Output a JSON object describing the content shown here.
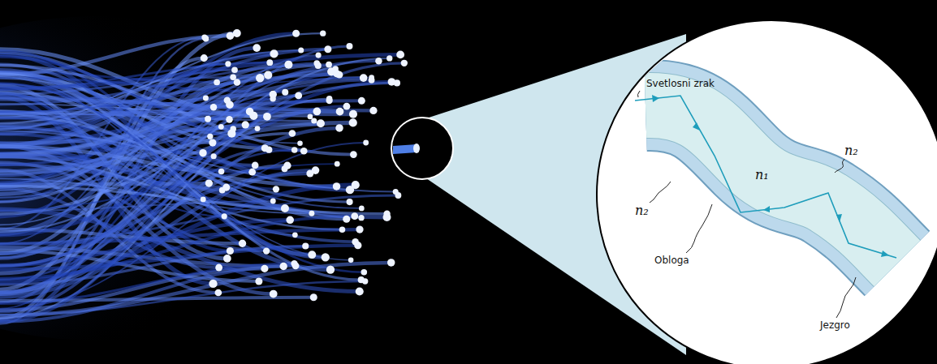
{
  "diagram": {
    "labels": [
      "Svetlosni zrak",
      "n₂",
      "n₂",
      "n₁",
      "Obloga",
      "Jezgro"
    ]
  }
}
